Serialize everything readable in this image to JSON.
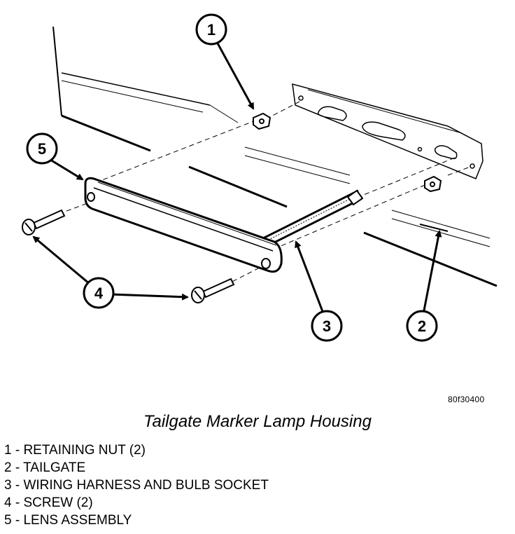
{
  "figure": {
    "id": "80f30400",
    "title": "Tailgate Marker Lamp Housing"
  },
  "callouts": [
    "1",
    "2",
    "3",
    "4",
    "4",
    "5"
  ],
  "legend": [
    "1 - RETAINING NUT (2)",
    "2 - TAILGATE",
    "3 - WIRING HARNESS AND BULB SOCKET",
    "4 - SCREW (2)",
    "5 - LENS ASSEMBLY"
  ]
}
